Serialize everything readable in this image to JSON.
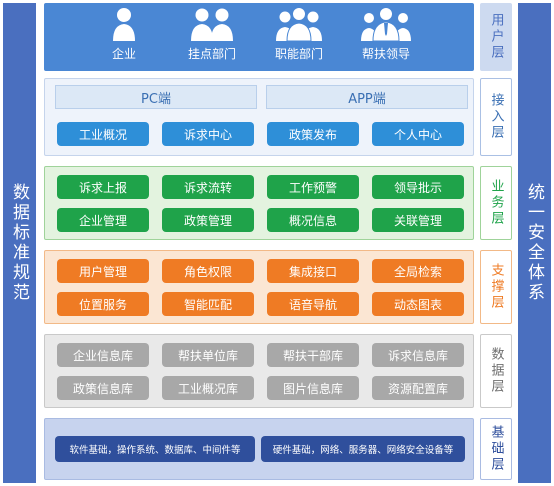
{
  "left_bar": "数据标准规范",
  "right_bar": "统一安全体系",
  "layers": {
    "user": {
      "tag": "用户层",
      "items": [
        {
          "label": "企业",
          "icon": "single-person-icon"
        },
        {
          "label": "挂点部门",
          "icon": "two-people-icon"
        },
        {
          "label": "职能部门",
          "icon": "group-people-icon"
        },
        {
          "label": "帮扶领导",
          "icon": "leader-group-icon"
        }
      ]
    },
    "access": {
      "tag": "接入层",
      "terminals": [
        "PC端",
        "APP端"
      ],
      "items": [
        "工业概况",
        "诉求中心",
        "政策发布",
        "个人中心"
      ]
    },
    "business": {
      "tag": "业务层",
      "items": [
        "诉求上报",
        "诉求流转",
        "工作预警",
        "领导批示",
        "企业管理",
        "政策管理",
        "概况信息",
        "关联管理"
      ]
    },
    "support": {
      "tag": "支撑层",
      "items": [
        "用户管理",
        "角色权限",
        "集成接口",
        "全局检索",
        "位置服务",
        "智能匹配",
        "语音导航",
        "动态图表"
      ]
    },
    "data": {
      "tag": "数据层",
      "items": [
        "企业信息库",
        "帮扶单位库",
        "帮扶干部库",
        "诉求信息库",
        "政策信息库",
        "工业概况库",
        "图片信息库",
        "资源配置库"
      ]
    },
    "base": {
      "tag": "基础层",
      "items": [
        "软件基础，操作系统、数据库、中间件等",
        "硬件基础，网络、服务器、网络安全设备等"
      ]
    }
  },
  "colors": {
    "side_bar": "#4a6fbf",
    "user_bg": "#4a87d4",
    "access_bg": "#eef3fb",
    "business_bg": "#e3f3df",
    "support_bg": "#fbe6d3",
    "data_bg": "#e9e9e9",
    "base_bg": "#c7d3ee"
  }
}
